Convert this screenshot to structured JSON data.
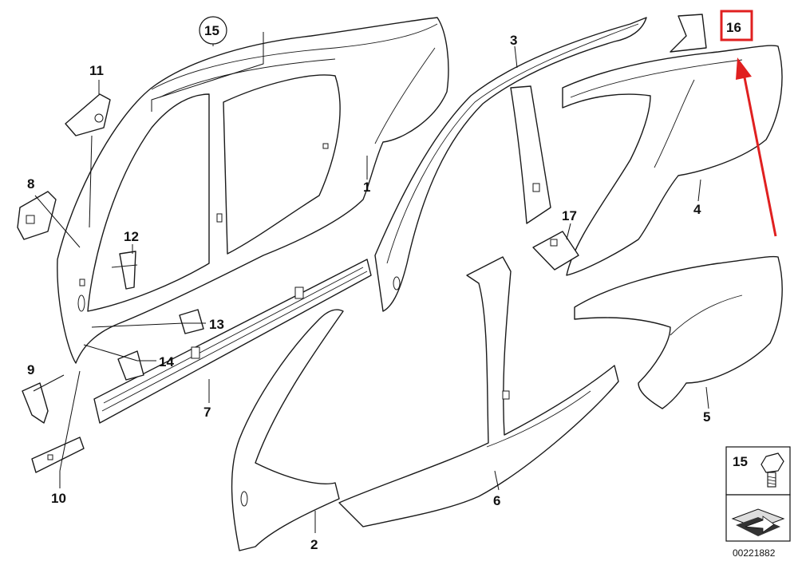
{
  "diagram": {
    "document_number": "00221882",
    "highlight_color": "#e02020",
    "callouts": [
      {
        "id": "c1",
        "text": "1"
      },
      {
        "id": "c2",
        "text": "2"
      },
      {
        "id": "c3",
        "text": "3"
      },
      {
        "id": "c4",
        "text": "4"
      },
      {
        "id": "c5",
        "text": "5"
      },
      {
        "id": "c6",
        "text": "6"
      },
      {
        "id": "c7",
        "text": "7"
      },
      {
        "id": "c8",
        "text": "8"
      },
      {
        "id": "c9",
        "text": "9"
      },
      {
        "id": "c10",
        "text": "10"
      },
      {
        "id": "c11",
        "text": "11"
      },
      {
        "id": "c12",
        "text": "12"
      },
      {
        "id": "c13",
        "text": "13"
      },
      {
        "id": "c14",
        "text": "14"
      },
      {
        "id": "c15",
        "text": "15"
      },
      {
        "id": "c16",
        "text": "16"
      },
      {
        "id": "c17",
        "text": "17"
      }
    ],
    "inset": {
      "label": "15"
    }
  }
}
